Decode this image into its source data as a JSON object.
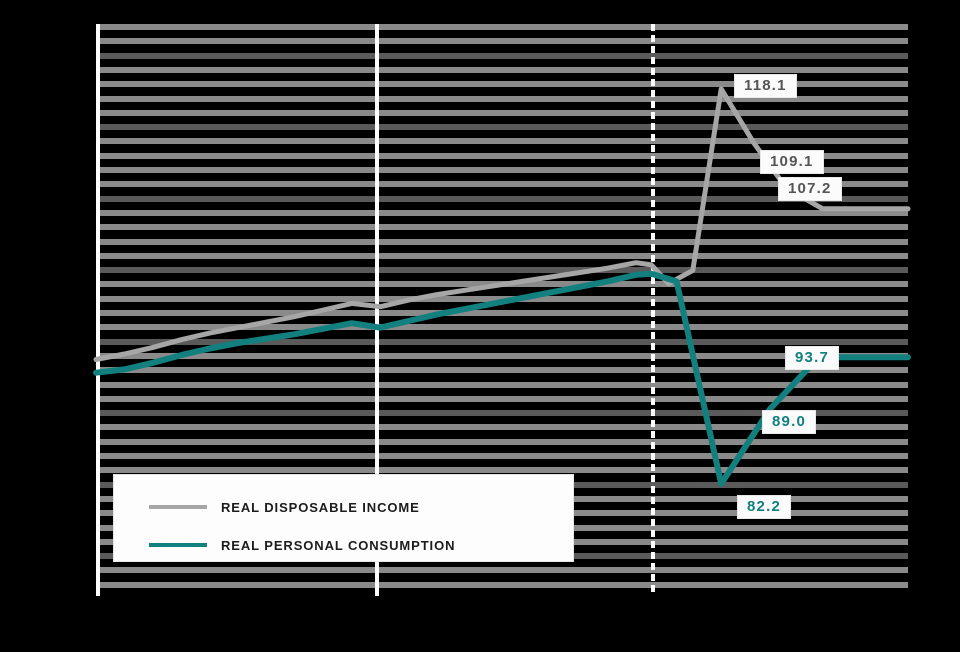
{
  "chart_data": {
    "type": "line",
    "title": "",
    "subtitle": "",
    "xlabel": "",
    "ylabel": "",
    "grid": true,
    "legend_position": "inside-bottom-left",
    "ylim": [
      72,
      124
    ],
    "xlim": [
      0,
      100
    ],
    "background": "#000000",
    "gridline_color": "#8a8a8a",
    "gridline_color_alt": "#5a5a5a",
    "axis_color": "#ffffff",
    "series": [
      {
        "name": "REAL DISPOSABLE INCOME",
        "color": "#a6a6a6",
        "x": [
          0.0,
          3.5,
          7.0,
          10.5,
          14.0,
          17.5,
          21.0,
          24.5,
          28.0,
          31.5,
          35.0,
          38.5,
          42.0,
          45.5,
          49.0,
          52.5,
          56.0,
          59.5,
          63.0,
          66.5,
          68.4,
          70.5,
          73.5,
          77.0,
          81.0,
          85.0,
          89.5,
          93.5,
          97.0,
          100.0
        ],
        "values": [
          93.5,
          94.0,
          94.6,
          95.3,
          95.9,
          96.4,
          96.9,
          97.4,
          98.0,
          98.6,
          98.3,
          98.9,
          99.4,
          99.8,
          100.2,
          100.6,
          101.0,
          101.4,
          101.8,
          102.3,
          102.1,
          100.4,
          101.6,
          118.1,
          113.2,
          109.1,
          107.2,
          107.2,
          107.2,
          107.2
        ],
        "labels": [
          {
            "value": 118.1,
            "text": "118.1",
            "x": 77.0
          },
          {
            "value": 109.1,
            "text": "109.1",
            "x": 85.0
          },
          {
            "value": 107.2,
            "text": "107.2",
            "x": 89.5
          }
        ]
      },
      {
        "name": "REAL PERSONAL CONSUMPTION",
        "color": "#12807f",
        "x": [
          0.0,
          3.5,
          7.0,
          10.5,
          14.0,
          17.5,
          21.0,
          24.5,
          28.0,
          31.5,
          35.0,
          38.5,
          42.0,
          45.5,
          49.0,
          52.5,
          56.0,
          59.5,
          63.0,
          66.5,
          68.4,
          71.5,
          77.0,
          83.0,
          89.0,
          94.0,
          100.0
        ],
        "values": [
          92.3,
          92.6,
          93.2,
          93.9,
          94.5,
          95.0,
          95.4,
          95.8,
          96.3,
          96.8,
          96.4,
          97.0,
          97.6,
          98.1,
          98.6,
          99.1,
          99.6,
          100.1,
          100.6,
          101.2,
          101.3,
          100.6,
          82.2,
          89.0,
          93.7,
          93.7,
          93.7
        ],
        "labels": [
          {
            "value": 82.2,
            "text": "82.2",
            "x": 77.0
          },
          {
            "value": 89.0,
            "text": "89.0",
            "x": 83.0
          },
          {
            "value": 93.7,
            "text": "93.7",
            "x": 89.0
          }
        ]
      }
    ],
    "legend": [
      {
        "label": "REAL DISPOSABLE INCOME",
        "color": "#a6a6a6"
      },
      {
        "label": "REAL PERSONAL CONSUMPTION",
        "color": "#12807f"
      }
    ],
    "annotations": {
      "data_labels": [
        "118.1",
        "109.1",
        "107.2",
        "93.7",
        "89.0",
        "82.2"
      ],
      "vertical_dividers": [
        {
          "name": "divider-1",
          "style": "solid",
          "x": 34.5
        },
        {
          "name": "divider-2",
          "style": "dashed",
          "x": 68.4
        }
      ]
    }
  },
  "labels": {
    "income_peak": "118.1",
    "income_mid": "109.1",
    "income_end": "107.2",
    "consumption_recovery": "93.7",
    "consumption_mid": "89.0",
    "consumption_trough": "82.2"
  },
  "legend": {
    "items": [
      {
        "label": "REAL DISPOSABLE INCOME"
      },
      {
        "label": "REAL PERSONAL CONSUMPTION"
      }
    ]
  }
}
